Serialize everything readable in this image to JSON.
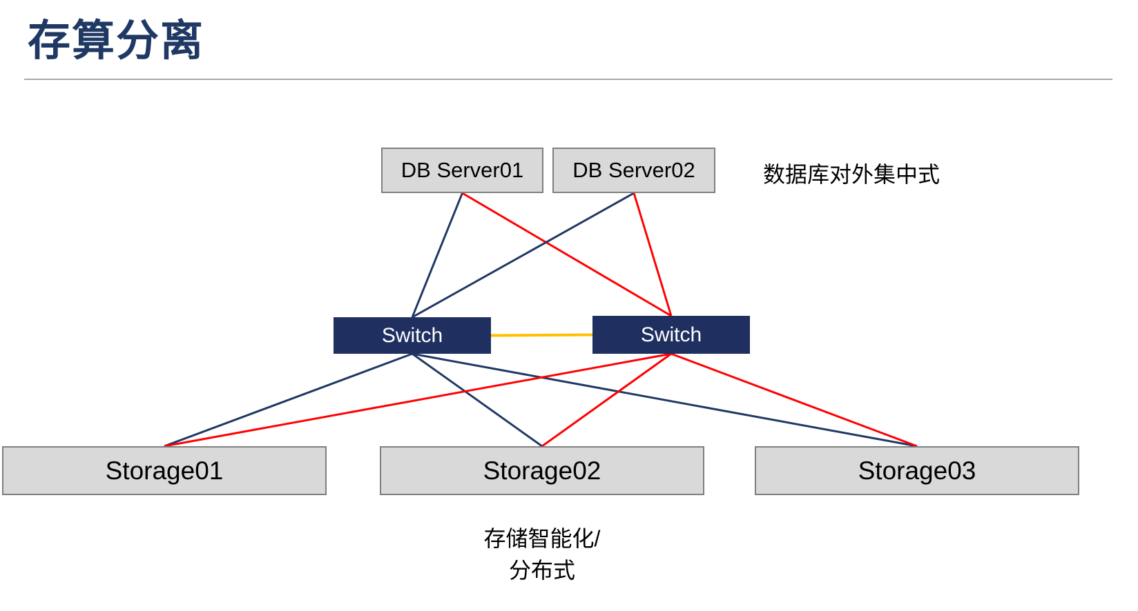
{
  "page": {
    "title": "存算分离"
  },
  "nodes": {
    "db1": {
      "label": "DB Server01"
    },
    "db2": {
      "label": "DB Server02"
    },
    "switch1": {
      "label": "Switch"
    },
    "switch2": {
      "label": "Switch"
    },
    "storage1": {
      "label": "Storage01"
    },
    "storage2": {
      "label": "Storage02"
    },
    "storage3": {
      "label": "Storage03"
    }
  },
  "annotations": {
    "right_note": "数据库对外集中式",
    "bottom_note_line1": "存储智能化/",
    "bottom_note_line2": "分布式"
  },
  "colors": {
    "navy": "#1F3864",
    "red": "#FF0000",
    "orange": "#FFC000",
    "title": "#1F3864",
    "box_fill": "#D9D9D9",
    "box_border": "#7F7F7F",
    "switch_fill": "#1F3060"
  },
  "edges": [
    {
      "from": "db1",
      "to": "switch1",
      "color": "navy",
      "width": 3
    },
    {
      "from": "db1",
      "to": "switch2",
      "color": "red",
      "width": 3
    },
    {
      "from": "db2",
      "to": "switch1",
      "color": "navy",
      "width": 3
    },
    {
      "from": "db2",
      "to": "switch2",
      "color": "red",
      "width": 3
    },
    {
      "from": "switch1",
      "to": "switch2",
      "color": "orange",
      "width": 4
    },
    {
      "from": "switch1",
      "to": "storage1",
      "color": "navy",
      "width": 3
    },
    {
      "from": "switch1",
      "to": "storage2",
      "color": "navy",
      "width": 3
    },
    {
      "from": "switch1",
      "to": "storage3",
      "color": "navy",
      "width": 3
    },
    {
      "from": "switch2",
      "to": "storage1",
      "color": "red",
      "width": 3
    },
    {
      "from": "switch2",
      "to": "storage2",
      "color": "red",
      "width": 3
    },
    {
      "from": "switch2",
      "to": "storage3",
      "color": "red",
      "width": 3
    }
  ]
}
